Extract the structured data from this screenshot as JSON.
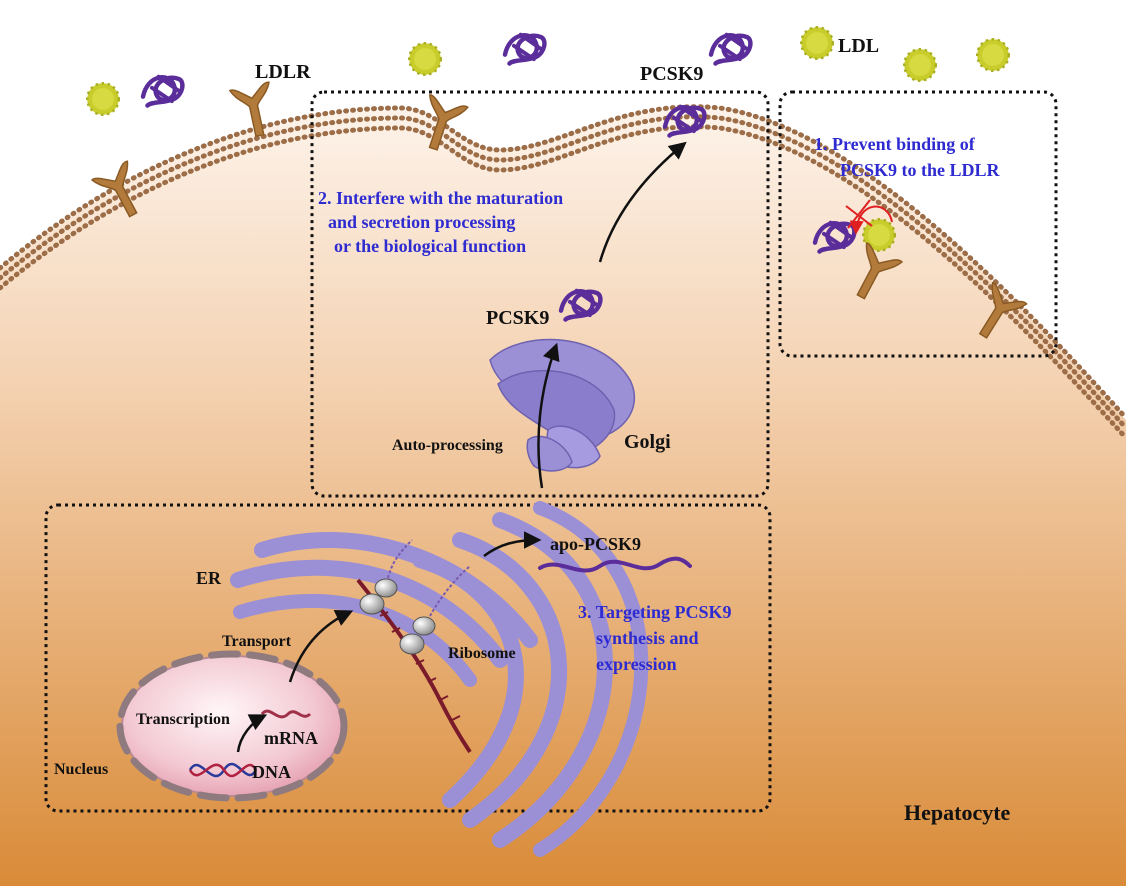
{
  "labels": {
    "ldlr": "LDLR",
    "pcsk9_top": "PCSK9",
    "ldl": "LDL",
    "pcsk9_golgi": "PCSK9",
    "auto_processing": "Auto-processing",
    "golgi": "Golgi",
    "er": "ER",
    "apo_pcsk9": "apo-PCSK9",
    "transport": "Transport",
    "ribosome": "Ribosome",
    "transcription": "Transcription",
    "mrna": "mRNA",
    "dna": "DNA",
    "nucleus": "Nucleus",
    "hepatocyte": "Hepatocyte"
  },
  "strategies": {
    "s1_line1": "1. Prevent binding of",
    "s1_line2": "PCSK9 to the LDLR",
    "s2_line1": "2. Interfere with the maturation",
    "s2_line2": "and secretion processing",
    "s2_line3": "or the biological function",
    "s3_line1": "3. Targeting PCSK9",
    "s3_line2": "synthesis and",
    "s3_line3": "expression"
  },
  "colors": {
    "cell_top": "#fbeee3",
    "cell_bottom": "#d98f3c",
    "strategy_text": "#2e2bd1",
    "label_text": "#111111",
    "ldl_particle": "#c8cc2a",
    "pcsk9_protein": "#5a2d9a",
    "ldlr_receptor": "#b07a3a",
    "membrane_bead": "#a07450",
    "er_golgi": "#9b90d6",
    "nucleus_fill": "#f2c4cf",
    "mrna": "#8b1a2a",
    "inhibit_mark": "#e02020"
  }
}
